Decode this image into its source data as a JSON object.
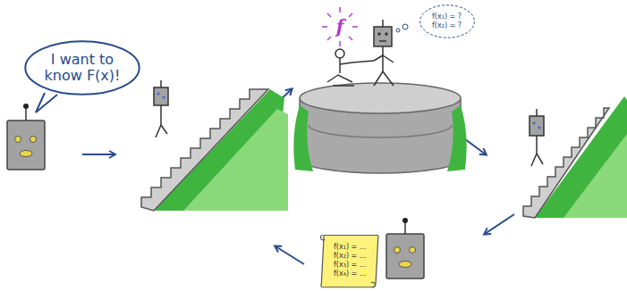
{
  "diagram": {
    "nodes": [
      {
        "text": [
          "I want to know F(x)!"
        ]
      },
      {
        "text": [
          "f(x₁) = ?",
          "f(x₂) = ?"
        ]
      },
      {
        "text": [
          "f(x₁) = ...",
          "f(x₂) = ...",
          "f(x₃) = ...",
          "f(x₄) = ..."
        ]
      }
    ],
    "labels": [
      "f"
    ]
  }
}
